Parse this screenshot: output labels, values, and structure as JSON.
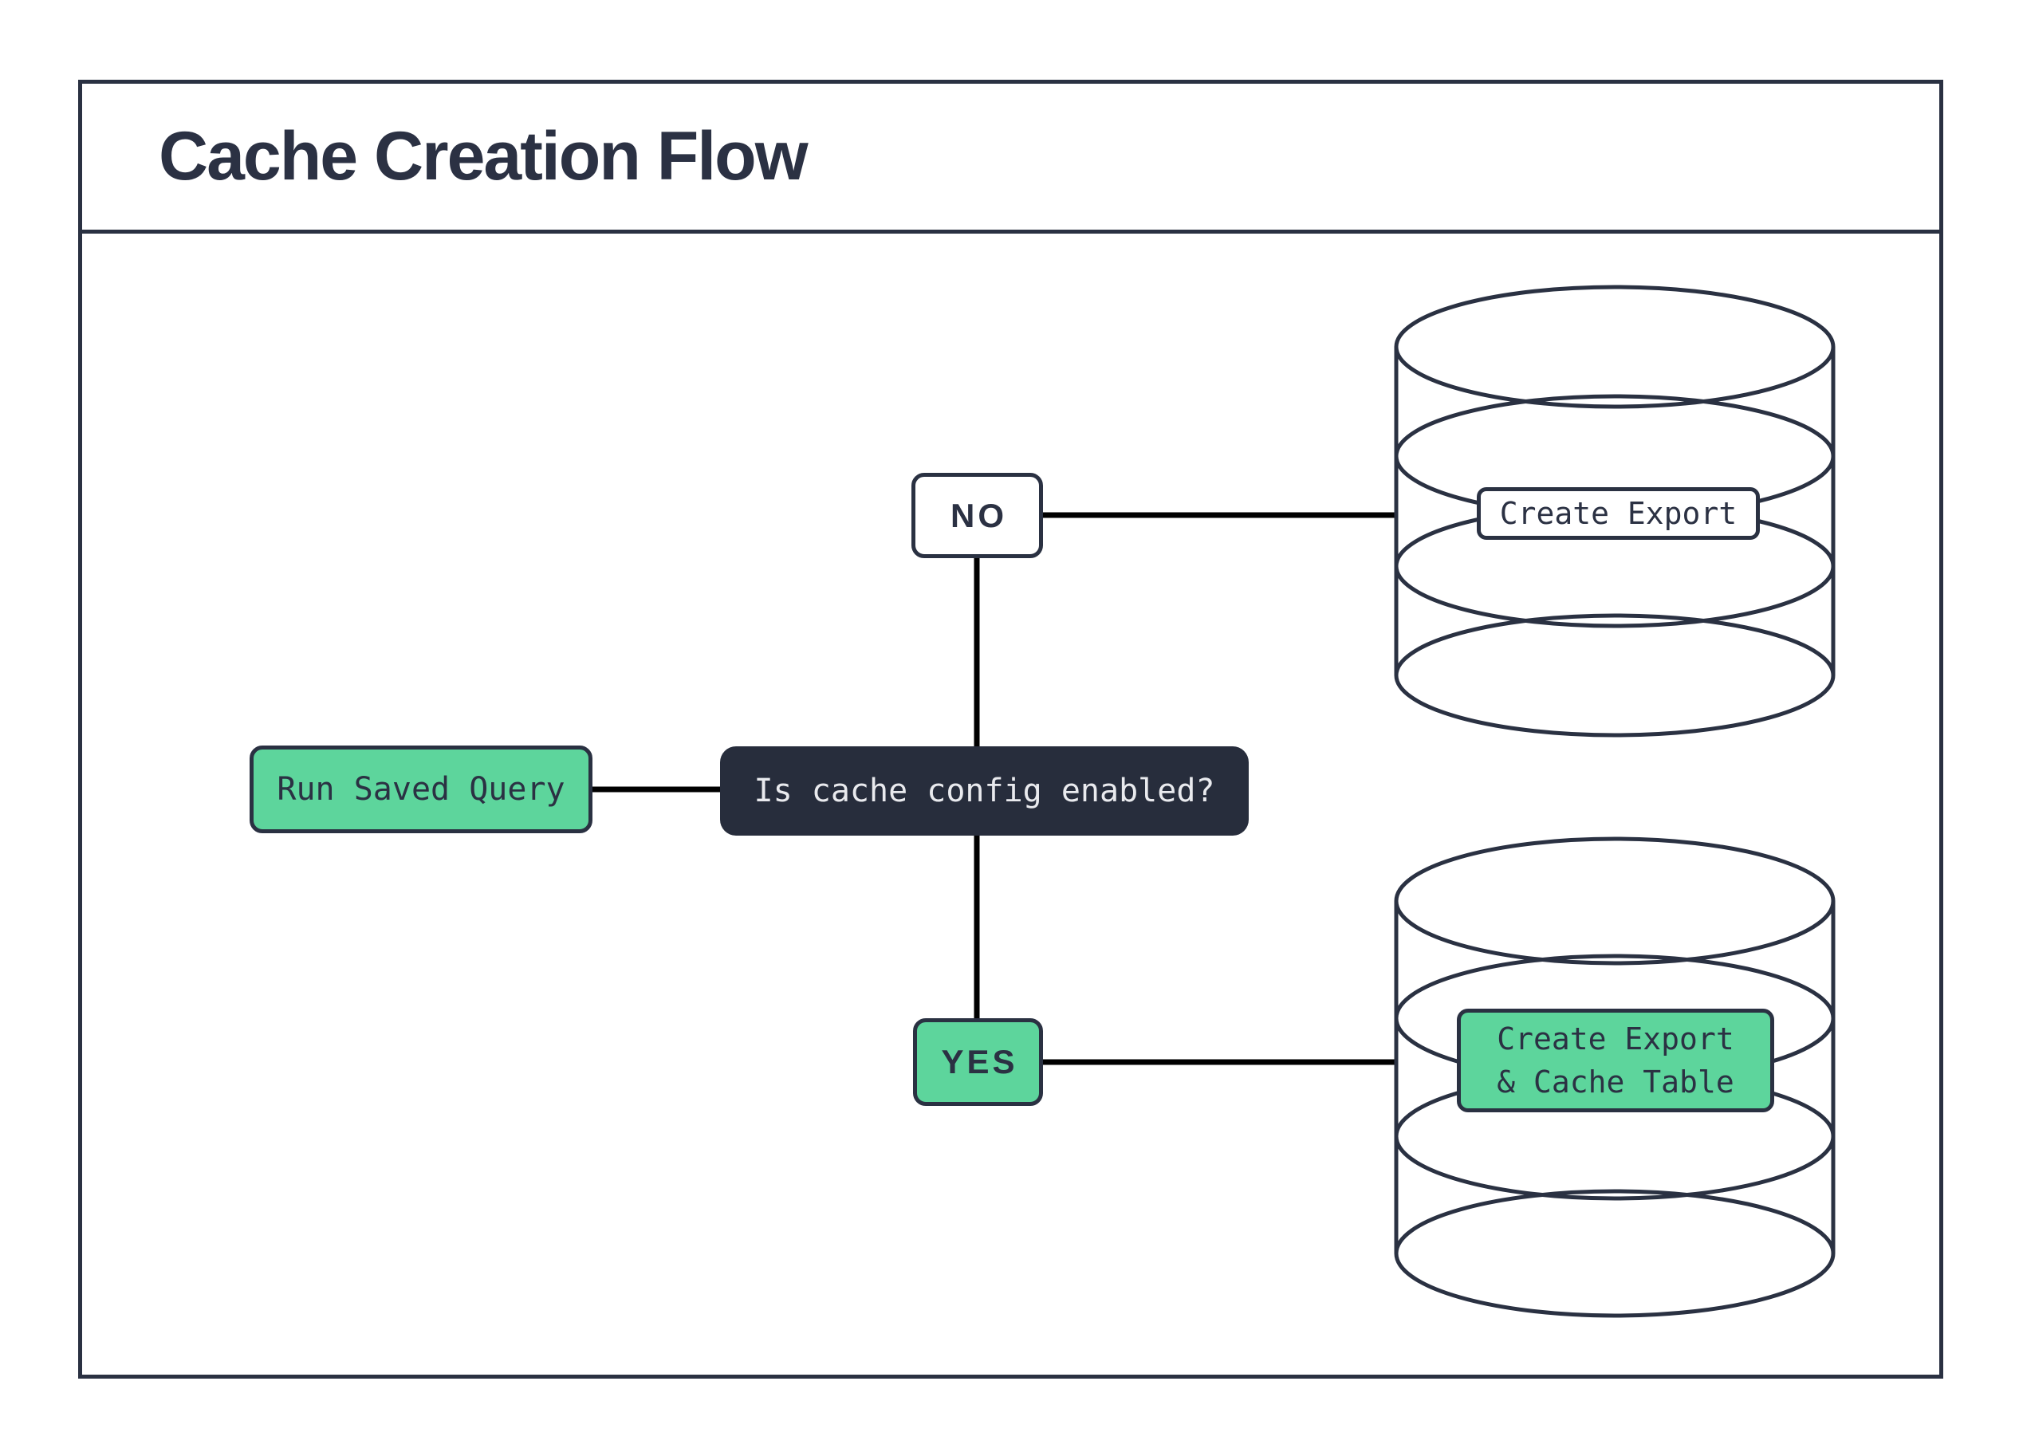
{
  "title": "Cache Creation Flow",
  "colors": {
    "ink_navy": "#2a3142",
    "connector_black": "#000000",
    "accent_green": "#5dd59c",
    "decision_dark_fill": "#272d3c",
    "decision_light_text": "#e9eaee",
    "background": "#ffffff"
  },
  "nodes": {
    "start": {
      "label": "Run Saved Query"
    },
    "decision": {
      "label": "Is cache config enabled?"
    },
    "branch_no": {
      "label": "NO"
    },
    "branch_yes": {
      "label": "YES"
    },
    "no_action": {
      "label": "Create Export"
    },
    "yes_action": {
      "line1": "Create Export",
      "line2": "& Cache Table"
    }
  },
  "icons": {
    "no_branch_target": "database-icon",
    "yes_branch_target": "database-icon"
  }
}
